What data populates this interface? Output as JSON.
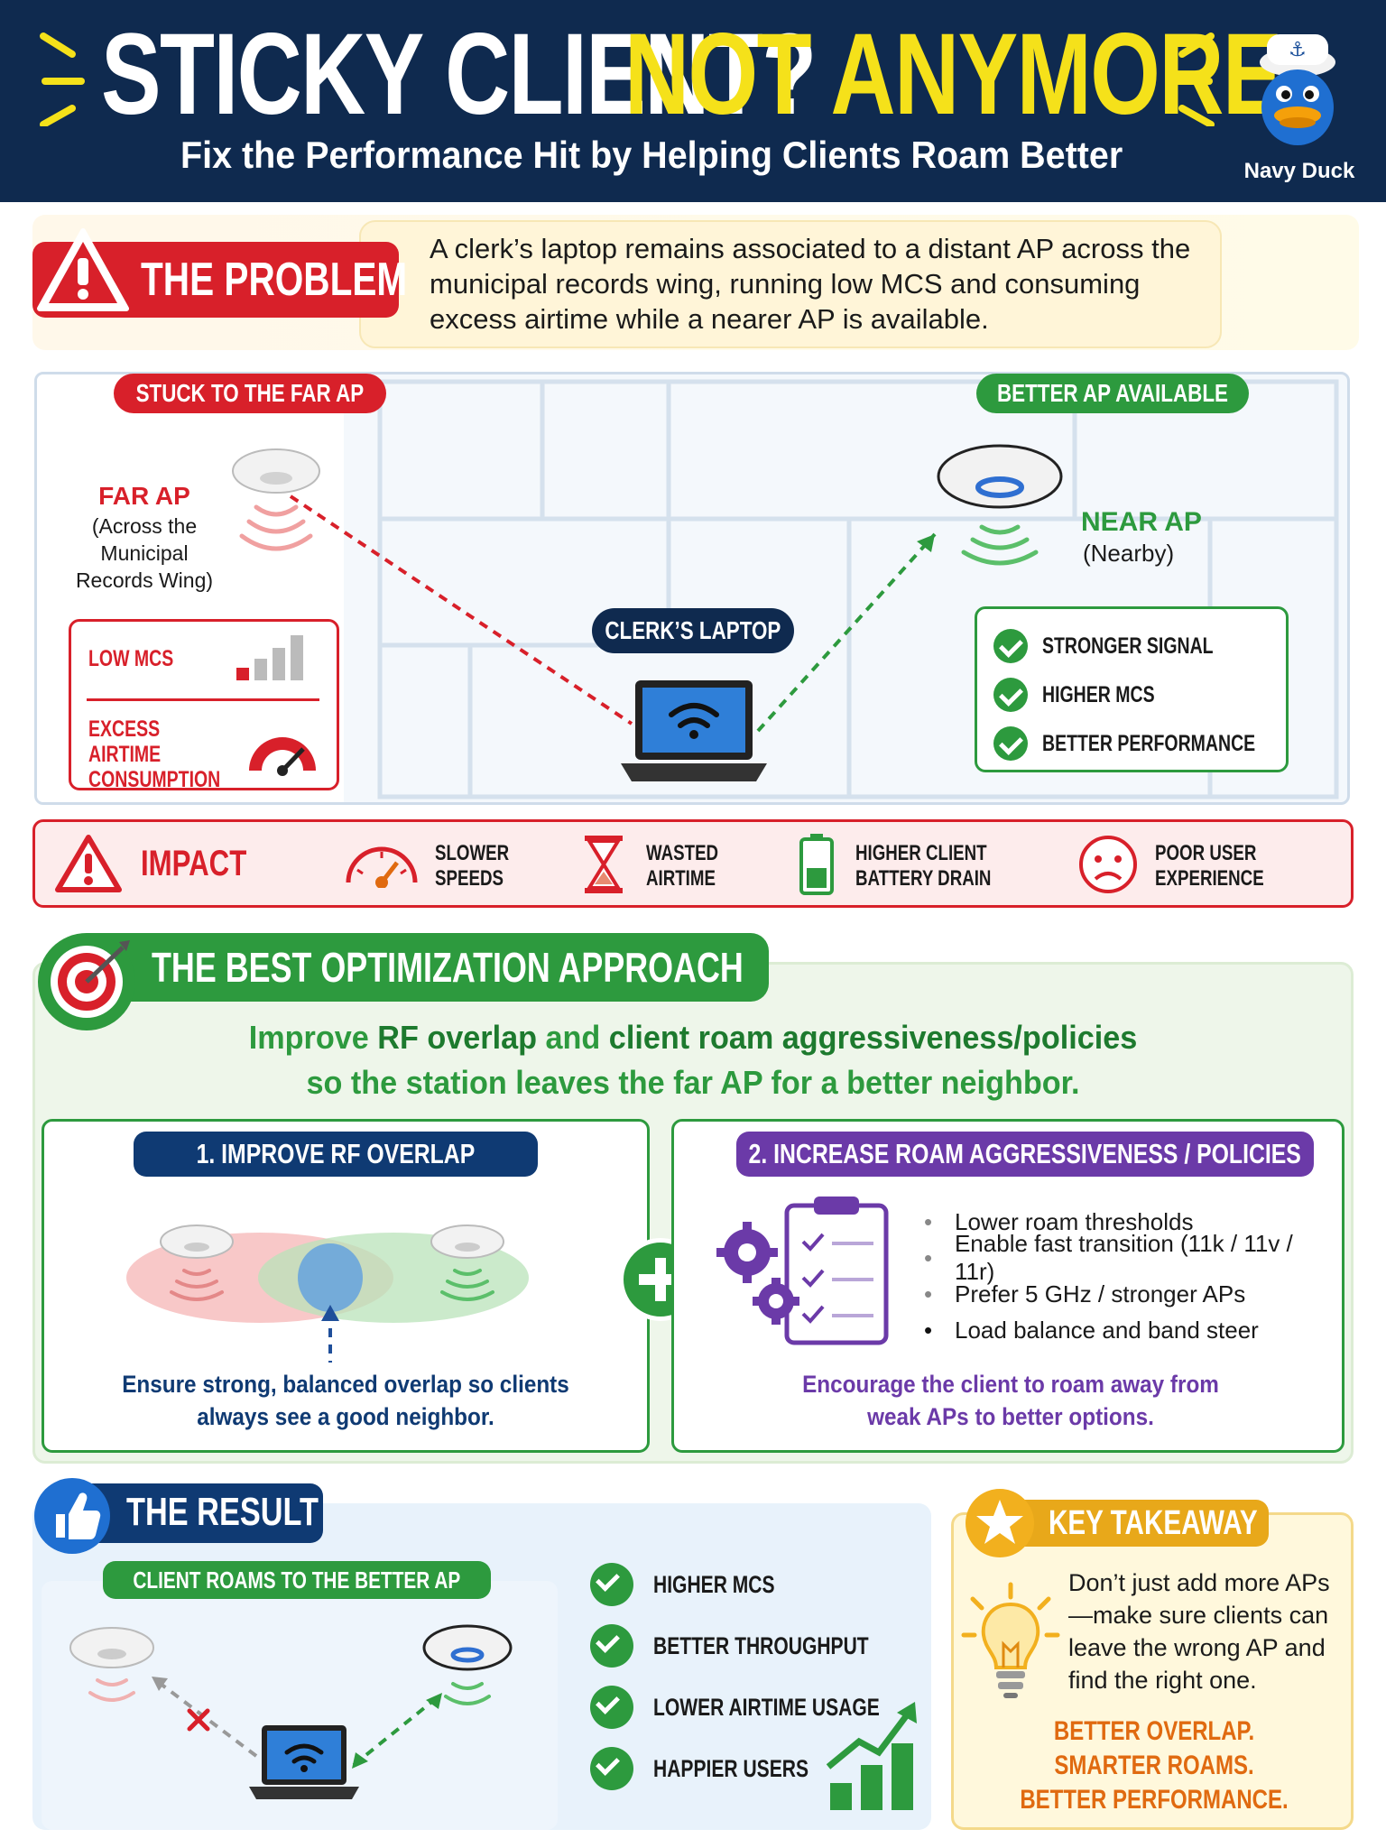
{
  "header": {
    "title_part1": "STICKY CLIENT?",
    "title_part2": "NOT ANYMORE!",
    "subtitle": "Fix the Performance Hit by Helping Clients Roam Better",
    "mascot_name": "Navy Duck"
  },
  "problem": {
    "label": "THE PROBLEM",
    "text": "A clerk’s laptop remains associated to a distant AP across the municipal records wing, running low MCS and consuming excess airtime while a nearer AP is available."
  },
  "scene": {
    "stuck_label": "STUCK TO THE FAR AP",
    "better_label": "BETTER AP AVAILABLE",
    "far_ap_title": "FAR AP",
    "far_ap_desc": "(Across the Municipal Records Wing)",
    "near_ap_title": "NEAR AP",
    "near_ap_desc": "(Nearby)",
    "laptop_label": "CLERK’S LAPTOP",
    "bad_items": [
      "LOW MCS",
      "EXCESS AIRTIME CONSUMPTION"
    ],
    "good_items": [
      "STRONGER SIGNAL",
      "HIGHER MCS",
      "BETTER PERFORMANCE"
    ]
  },
  "impact": {
    "label": "IMPACT",
    "items": [
      "SLOWER SPEEDS",
      "WASTED AIRTIME",
      "HIGHER CLIENT BATTERY DRAIN",
      "POOR USER EXPERIENCE"
    ]
  },
  "approach": {
    "label": "THE BEST OPTIMIZATION APPROACH",
    "summary_l1_a": "Improve ",
    "summary_l1_b": "RF overlap",
    "summary_l1_c": " and ",
    "summary_l1_d": "client roam aggressiveness/policies",
    "summary_l2": "so the station leaves the far AP for a better neighbor.",
    "step1_title": "1. IMPROVE RF OVERLAP",
    "step1_caption": "Ensure strong, balanced overlap so clients always see a good neighbor.",
    "step2_title": "2. INCREASE ROAM AGGRESSIVENESS / POLICIES",
    "step2_bullets": [
      "Lower roam thresholds",
      "Enable fast transition (11k / 11v / 11r)",
      "Prefer 5 GHz / stronger APs",
      "Load balance and band steer"
    ],
    "step2_caption": "Encourage the client to roam away from weak APs to better options."
  },
  "result": {
    "label": "THE RESULT",
    "roam_label": "CLIENT ROAMS TO THE BETTER AP",
    "items": [
      "HIGHER MCS",
      "BETTER THROUGHPUT",
      "LOWER AIRTIME USAGE",
      "HAPPIER USERS"
    ]
  },
  "takeaway": {
    "label": "KEY TAKEAWAY",
    "text": "Don’t just add more APs—make sure clients can leave the wrong AP and find the right one.",
    "slogan": [
      "BETTER OVERLAP.",
      "SMARTER ROAMS.",
      "BETTER PERFORMANCE."
    ]
  },
  "colors": {
    "navy": "#0f2a4f",
    "yellow": "#f5e11a",
    "red": "#d8202a",
    "green": "#2d9a3e",
    "purple": "#6b3aa8",
    "orange": "#e08a10"
  }
}
